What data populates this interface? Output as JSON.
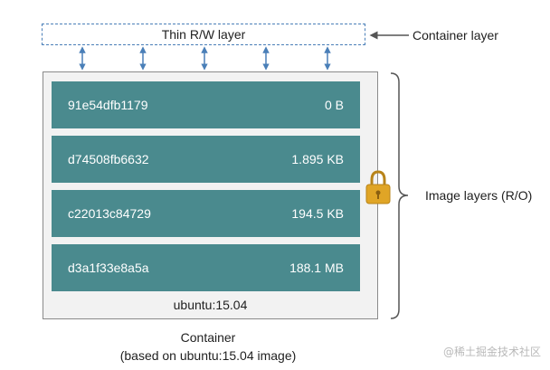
{
  "rw_layer": {
    "label": "Thin R/W layer"
  },
  "container_layer_label": "Container layer",
  "image_layers_label": "Image layers (R/O)",
  "layers": [
    {
      "id": "91e54dfb1179",
      "size": "0 B"
    },
    {
      "id": "d74508fb6632",
      "size": "1.895 KB"
    },
    {
      "id": "c22013c84729",
      "size": "194.5 KB"
    },
    {
      "id": "d3a1f33e8a5a",
      "size": "188.1 MB"
    }
  ],
  "container_image_name": "ubuntu:15.04",
  "caption": {
    "line1": "Container",
    "line2": "(based on ubuntu:15.04 image)"
  },
  "watermark": "@稀土掘金技术社区",
  "colors": {
    "layer_fill": "#4a8a8e",
    "dashed_border": "#4a7fb8",
    "arrow": "#4a7fb8",
    "lock": "#e0a526"
  },
  "icons": [
    "lock-icon"
  ]
}
